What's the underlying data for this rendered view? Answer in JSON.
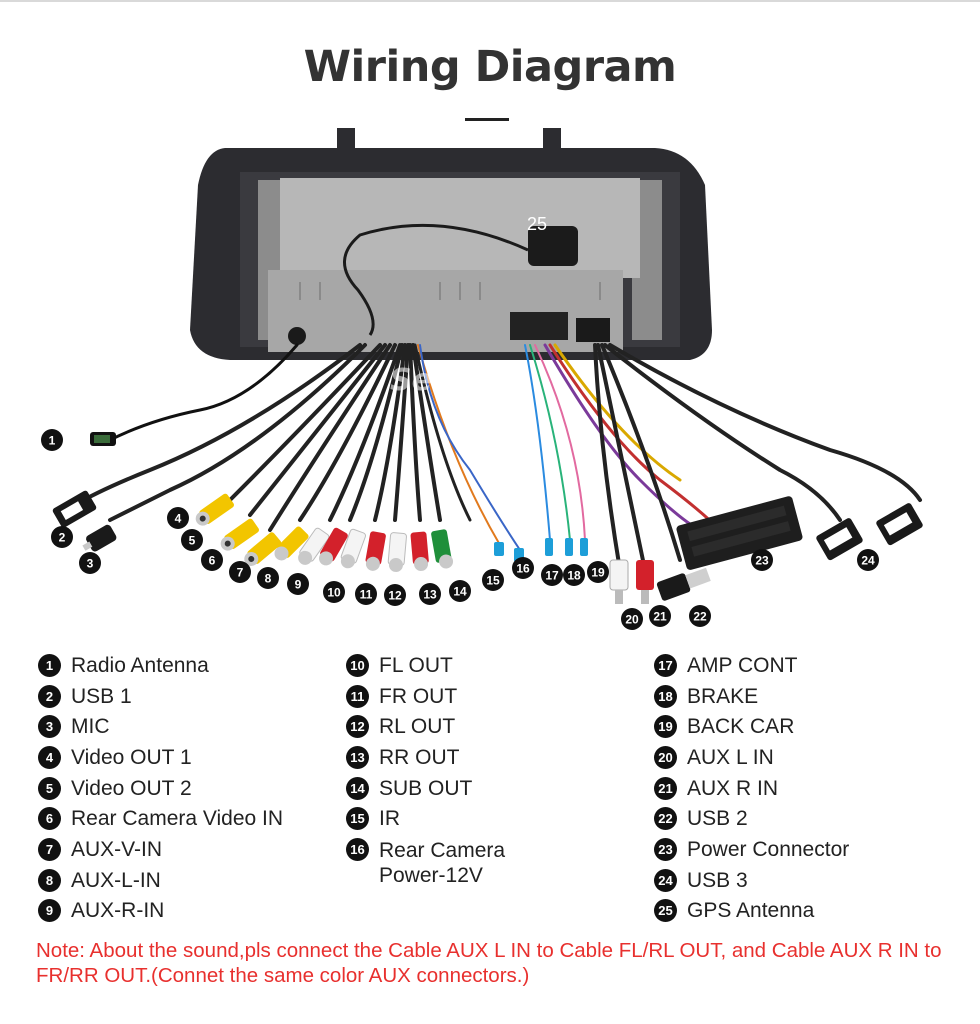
{
  "title": "Wiring Diagram",
  "watermark": "Seicane",
  "legend": [
    {
      "num": "1",
      "label": "Radio Antenna"
    },
    {
      "num": "2",
      "label": "USB 1"
    },
    {
      "num": "3",
      "label": "MIC"
    },
    {
      "num": "4",
      "label": "Video OUT 1"
    },
    {
      "num": "5",
      "label": "Video OUT 2"
    },
    {
      "num": "6",
      "label": "Rear Camera Video IN"
    },
    {
      "num": "7",
      "label": "AUX-V-IN"
    },
    {
      "num": "8",
      "label": "AUX-L-IN"
    },
    {
      "num": "9",
      "label": "AUX-R-IN"
    },
    {
      "num": "10",
      "label": "FL OUT"
    },
    {
      "num": "11",
      "label": "FR OUT"
    },
    {
      "num": "12",
      "label": "RL OUT"
    },
    {
      "num": "13",
      "label": "RR OUT"
    },
    {
      "num": "14",
      "label": "SUB OUT"
    },
    {
      "num": "15",
      "label": "IR"
    },
    {
      "num": "16",
      "label": "Rear Camera\nPower-12V"
    },
    {
      "num": "17",
      "label": "AMP CONT"
    },
    {
      "num": "18",
      "label": "BRAKE"
    },
    {
      "num": "19",
      "label": "BACK CAR"
    },
    {
      "num": "20",
      "label": "AUX L IN"
    },
    {
      "num": "21",
      "label": "AUX R IN"
    },
    {
      "num": "22",
      "label": "USB 2"
    },
    {
      "num": "23",
      "label": "Power Connector"
    },
    {
      "num": "24",
      "label": "USB 3"
    },
    {
      "num": "25",
      "label": "GPS Antenna"
    }
  ],
  "note": "Note: About the sound,pls connect the Cable AUX L IN to Cable FL/RL OUT, and Cable AUX R IN to  FR/RR OUT.(Connet the same color AUX connectors.)",
  "colors": {
    "note": "#e8302e",
    "rca_yellow": "#f2c500",
    "rca_red": "#d3212b",
    "rca_white": "#f4f4f4",
    "rca_green": "#1f8f3a",
    "bezel": "#2c2c30",
    "chassis": "#a7a7a7"
  }
}
